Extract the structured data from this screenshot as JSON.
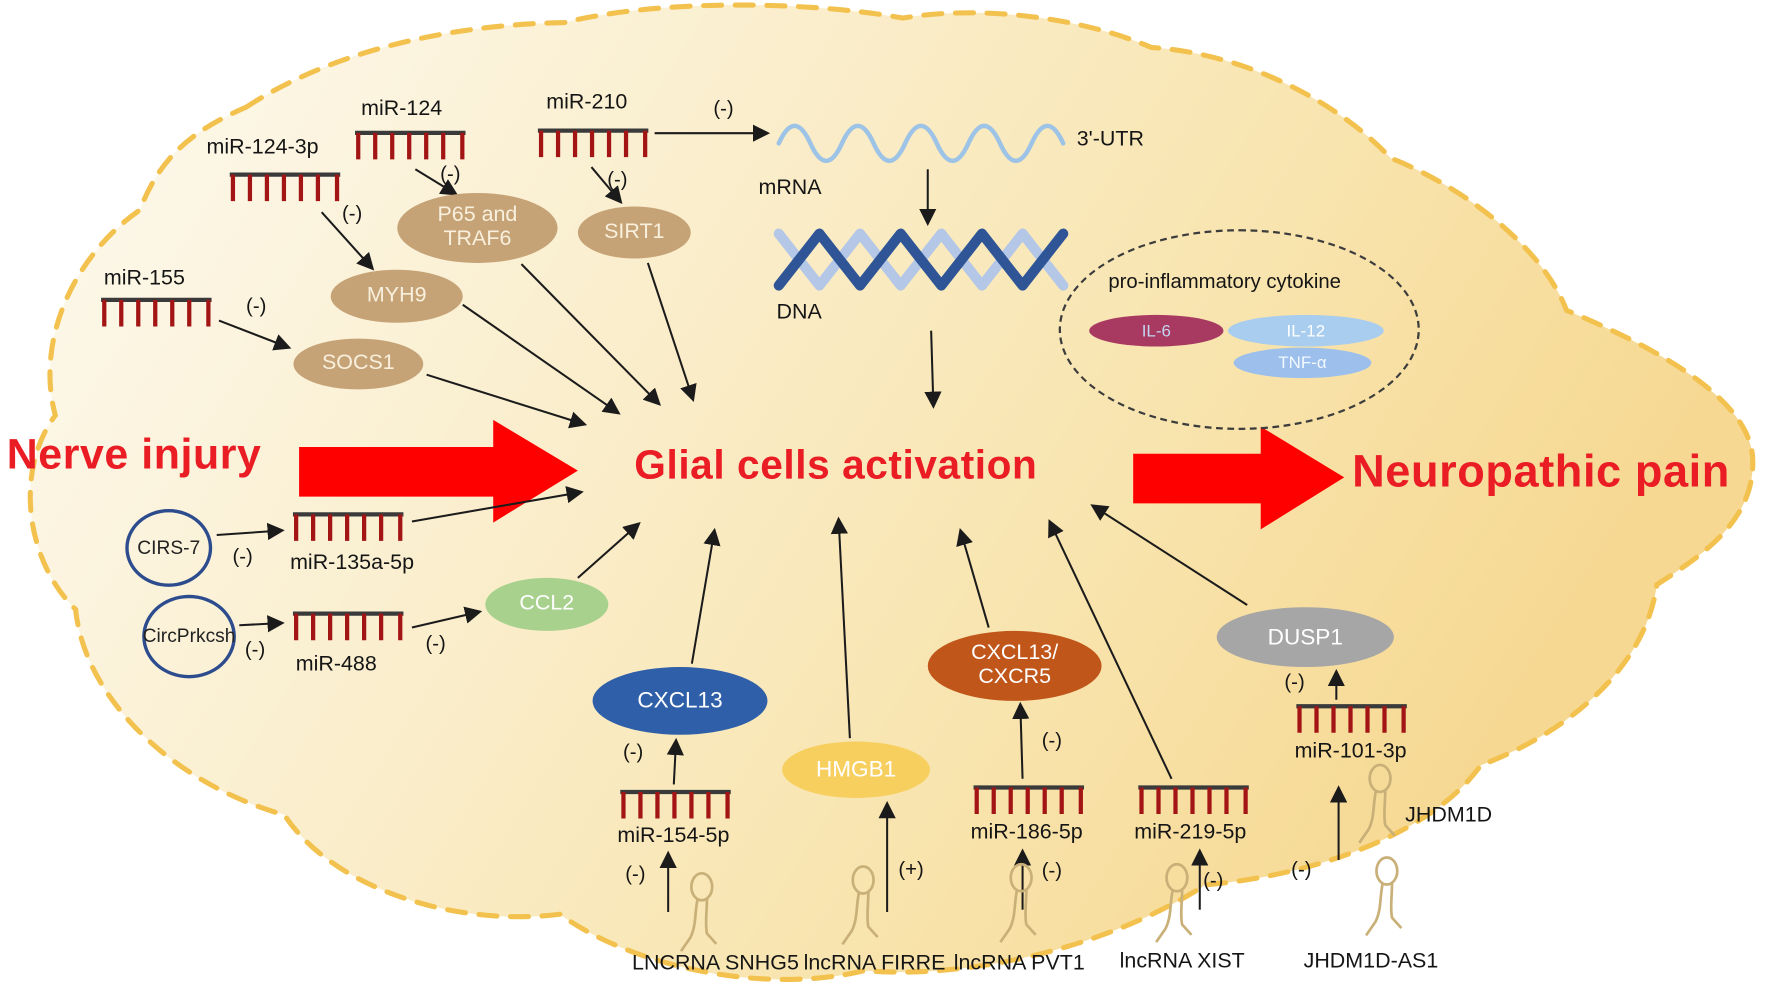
{
  "flow": {
    "nerve_injury": "Nerve injury",
    "glial_activation": "Glial cells activation",
    "neuropathic_pain": "Neuropathic pain"
  },
  "signs": {
    "minus": "(-)",
    "plus": "(+)"
  },
  "mirnas": {
    "mir_124_3p": "miR-124-3p",
    "mir_124": "miR-124",
    "mir_210": "miR-210",
    "mir_155": "miR-155",
    "mir_135a_5p": "miR-135a-5p",
    "mir_488": "miR-488",
    "mir_154_5p": "miR-154-5p",
    "mir_186_5p": "miR-186-5p",
    "mir_219_5p": "miR-219-5p",
    "mir_101_3p": "miR-101-3p"
  },
  "targets": {
    "p65_traf6": "P65 and TRAF6",
    "sirt1": "SIRT1",
    "myh9": "MYH9",
    "socs1": "SOCS1",
    "ccl2": "CCL2",
    "cxcl13": "CXCL13",
    "hmgb1": "HMGB1",
    "cxcl13_cxcr5_line1": "CXCL13/",
    "cxcl13_cxcr5_line2": "CXCR5",
    "dusp1": "DUSP1",
    "jhdm1d": "JHDM1D"
  },
  "circrnas": {
    "cirs7": "CIRS-7",
    "circprkcsh": "CircPrkcsh"
  },
  "lncrnas": {
    "snhg5": "LNCRNA SNHG5",
    "firre": "lncRNA FIRRE",
    "pvt1": "lncRNA PVT1",
    "xist": "lncRNA XIST",
    "jhdm1d_as1": "JHDM1D-AS1"
  },
  "central": {
    "mrna": "mRNA",
    "utr": "3'-UTR",
    "dna": "DNA"
  },
  "cytokines": {
    "title": "pro-inflammatory cytokine",
    "il6": "IL-6",
    "il12": "IL-12",
    "tnf_alpha": "TNF-α"
  },
  "colors": {
    "accent_red": "#ea1c24",
    "arrow_red": "#ff0000",
    "membrane_gold": "#f2c14e",
    "cell_fill_left": "#fdf9ee",
    "cell_fill_right": "#f6d892",
    "target_tan": "#c6a377",
    "ccl2_green": "#a9d18e",
    "cxcl13_blue": "#2e5fa8",
    "hmgb1_yellow": "#f7cf5f",
    "cxcr5_rust": "#c0561a",
    "dusp1_gray": "#a6a6a6",
    "il6_maroon": "#a83a62",
    "il12_blue": "#a9cdee",
    "mirna_comb_red": "#a31515",
    "hairpin_tan": "#c9b078",
    "dna_dark": "#2f5597",
    "dna_light": "#b4c7e7",
    "mrna_blue": "#9dc3e6"
  }
}
